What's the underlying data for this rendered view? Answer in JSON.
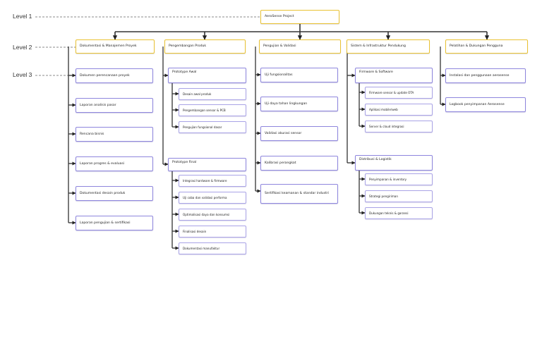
{
  "levels": [
    "Level 1",
    "Level 2",
    "Level 3"
  ],
  "root": "AeroSense Project",
  "branches": [
    {
      "title": "Dokumentasi & Manajemen Proyek",
      "items": [
        {
          "label": "Dokumen perencanaan proyek",
          "children": []
        },
        {
          "label": "Laporan analisis pasar",
          "children": []
        },
        {
          "label": "Rencana bisnis",
          "children": []
        },
        {
          "label": "Laporan progres & evaluasi",
          "children": []
        },
        {
          "label": "Dokumentasi desain produk",
          "children": []
        },
        {
          "label": "Laporan pengujian & sertifikasi",
          "children": []
        }
      ]
    },
    {
      "title": "Pengembangan Produk",
      "items": [
        {
          "label": "Prototype Awal",
          "children": [
            "Desain awal produk",
            "Pengembangan sensor & PCB",
            "Pengujian fungsional dasar"
          ]
        },
        {
          "label": "Prototype Final",
          "children": [
            "Integrasi hardware & firmware",
            "Uji coba dan validasi performa",
            "Optimalisasi daya dan konsumsi",
            "Finalisasi desain",
            "Dokumentasi manufaktur"
          ]
        }
      ]
    },
    {
      "title": "Pengujian & Validasi",
      "items": [
        {
          "label": "Uji fungsionalitas",
          "children": []
        },
        {
          "label": "Uji daya tahan lingkungan",
          "children": []
        },
        {
          "label": "Validasi akurasi sensor",
          "children": []
        },
        {
          "label": "Kalibrasi perangkat",
          "children": []
        },
        {
          "label": "Sertifikasi keamanan & standar industri",
          "children": []
        }
      ]
    },
    {
      "title": "Sistem & Infrastruktur Pendukung",
      "items": [
        {
          "label": "Firmware & Software",
          "children": [
            "Firmware sensor & update OTA",
            "Aplikasi mobile/web",
            "Server & cloud integrasi"
          ]
        },
        {
          "label": "Distribusi & Logistik",
          "children": [
            "Penyimpanan & inventory",
            "Strategi pengiriman",
            "Dukungan teknis & garansi"
          ]
        }
      ]
    },
    {
      "title": "Pelatihan & Dukungan Pengguna",
      "items": [
        {
          "label": "Instalasi dan penggunaan aerosense",
          "children": []
        },
        {
          "label": "Logbook penyimpanan Aerosense",
          "children": []
        }
      ]
    }
  ],
  "colors": {
    "level2_border": "#e9c233",
    "level3_border": "#8e86dd",
    "line": "#333333",
    "arrow": "#222222"
  }
}
